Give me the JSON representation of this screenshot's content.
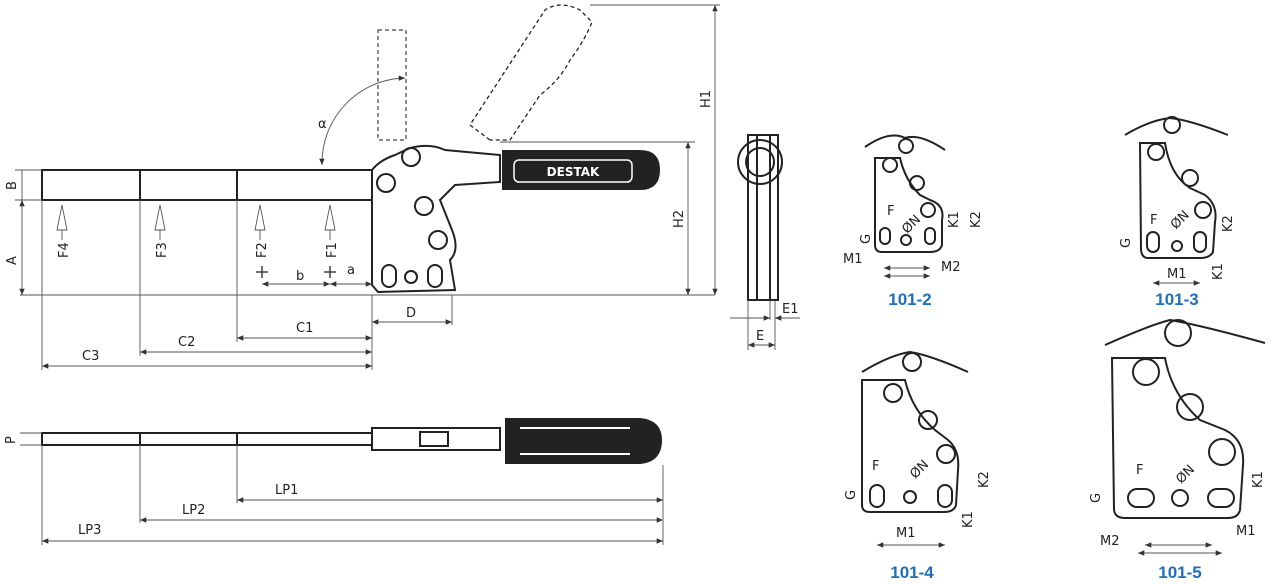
{
  "brand": "DESTAK",
  "colors": {
    "caption": "#1f6fbf",
    "line": "#222222"
  },
  "side_view": {
    "angle": "α",
    "heights": [
      "H1",
      "H2",
      "A",
      "B"
    ],
    "forces": [
      "F4",
      "F3",
      "F2",
      "F1"
    ],
    "dims": {
      "a": "a",
      "b": "b",
      "D": "D",
      "C1": "C1",
      "C2": "C2",
      "C3": "C3"
    }
  },
  "front_view": {
    "E": "E",
    "E1": "E1"
  },
  "top_view": {
    "P": "P",
    "LP1": "LP1",
    "LP2": "LP2",
    "LP3": "LP3"
  },
  "details": [
    {
      "caption": "101-2",
      "labels": [
        "G",
        "F",
        "ØN",
        "K1",
        "K2",
        "M1",
        "M2"
      ]
    },
    {
      "caption": "101-3",
      "labels": [
        "G",
        "F",
        "ØN",
        "K2",
        "K1",
        "M1"
      ]
    },
    {
      "caption": "101-4",
      "labels": [
        "G",
        "F",
        "ØN",
        "K2",
        "K1",
        "M1"
      ]
    },
    {
      "caption": "101-5",
      "labels": [
        "G",
        "F",
        "ØN",
        "K1",
        "M2",
        "M1"
      ]
    }
  ]
}
